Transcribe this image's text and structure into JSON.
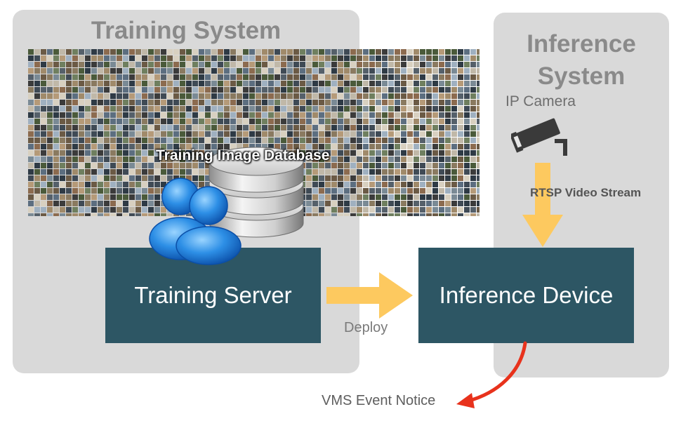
{
  "training_system": {
    "title": "Training System",
    "database_label": "Training Image Database",
    "server_label": "Training Server"
  },
  "inference_system": {
    "title_line1": "Inference",
    "title_line2": "System",
    "camera_label": "IP Camera",
    "stream_label": "RTSP Video Stream",
    "device_label": "Inference Device"
  },
  "connections": {
    "deploy_label": "Deploy",
    "vms_label": "VMS Event Notice"
  },
  "colors": {
    "panel": "#d9d9d9",
    "box": "#2d5664",
    "arrow_yellow": "#fdc95f",
    "arrow_red": "#e8321c"
  },
  "icons": [
    "database-icon",
    "users-icon",
    "camera-icon"
  ]
}
